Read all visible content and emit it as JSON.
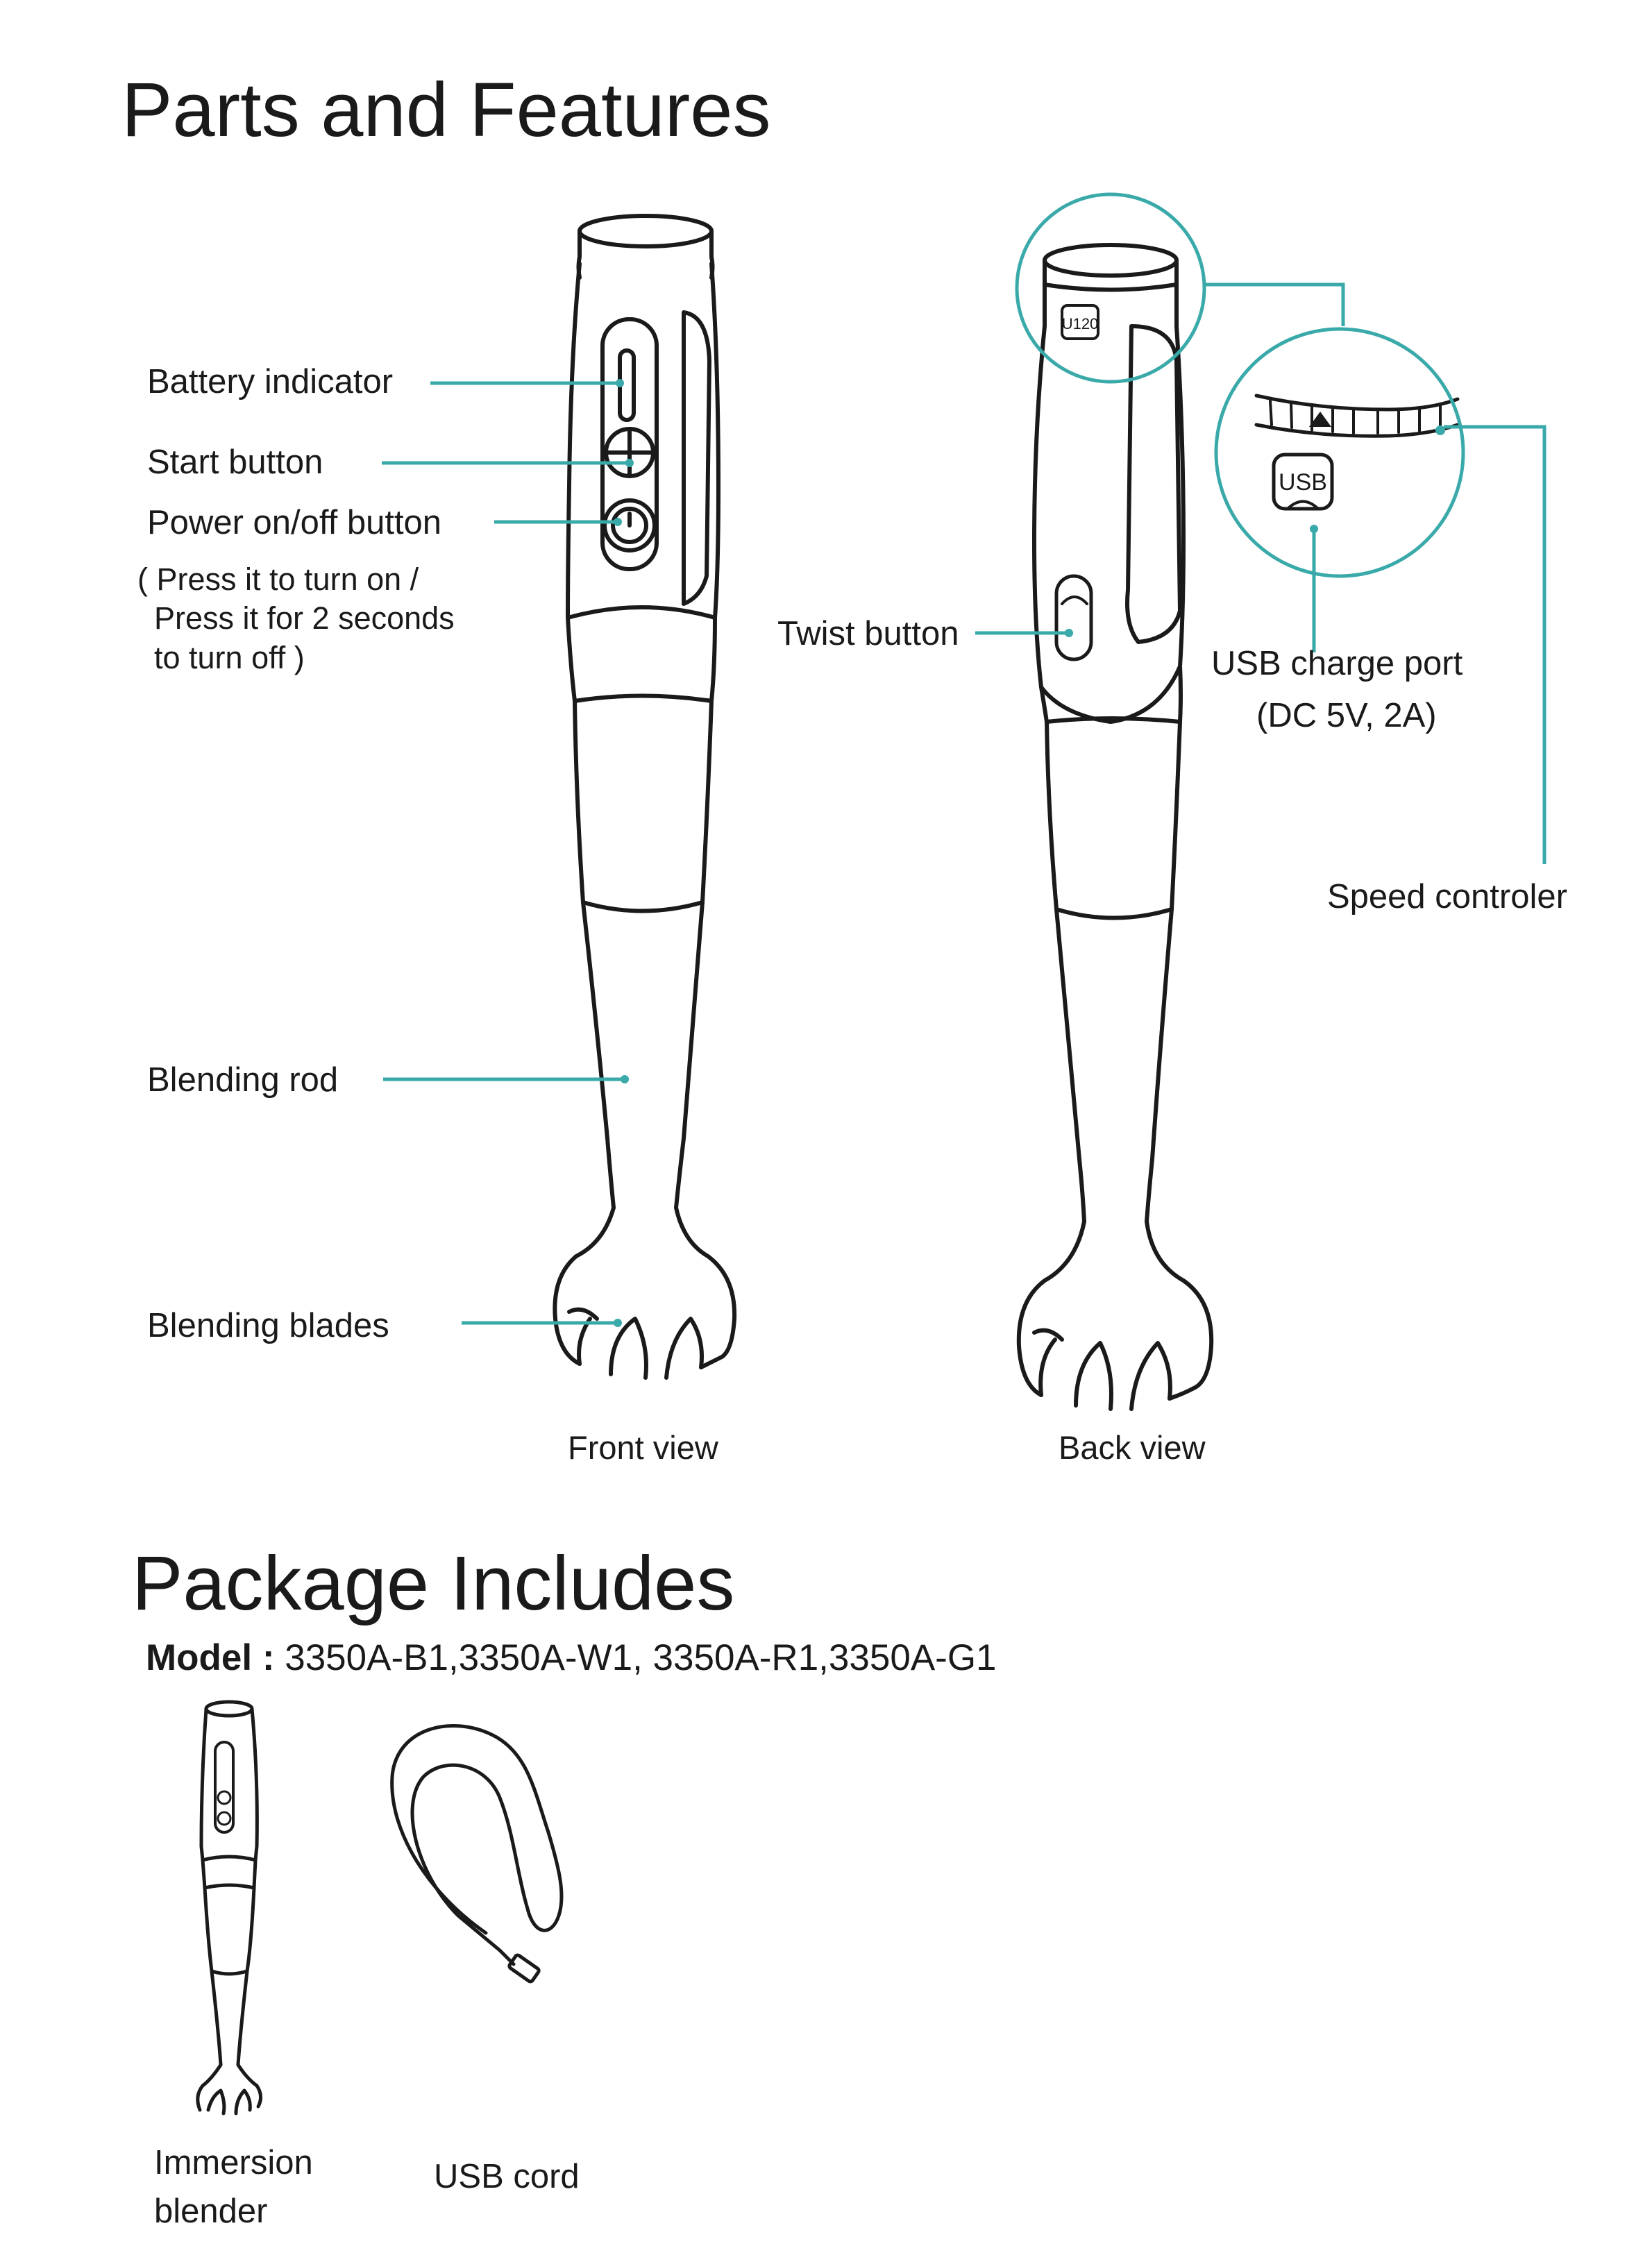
{
  "sections": {
    "parts_title": "Parts and Features",
    "package_title": "Package Includes"
  },
  "labels": {
    "battery_indicator": "Battery indicator",
    "start_button": "Start button",
    "power_button": "Power on/off button",
    "power_note_1": "( Press it to turn on /",
    "power_note_2": "Press it for 2 seconds",
    "power_note_3": "to turn off )",
    "blending_rod": "Blending rod",
    "blending_blades": "Blending blades",
    "twist_button": "Twist button",
    "usb_port": "USB charge port",
    "usb_spec": "(DC 5V, 2A)",
    "speed_controller": "Speed controler",
    "usb_text": "USB",
    "speed_tag": "U120"
  },
  "views": {
    "front": "Front view",
    "back": "Back view"
  },
  "model": {
    "label": "Model :",
    "values": "3350A-B1,3350A-W1, 3350A-R1,3350A-G1"
  },
  "package_items": {
    "blender_line1": "Immersion",
    "blender_line2": "blender",
    "cord": "USB cord"
  },
  "colors": {
    "accent": "#3aa9a9",
    "ink": "#1a1a1a"
  }
}
